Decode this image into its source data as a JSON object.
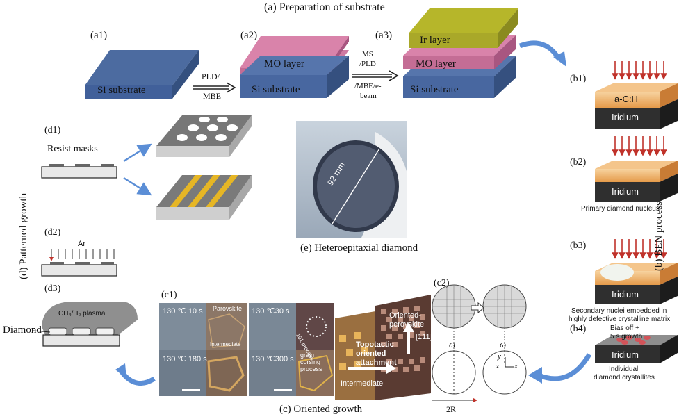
{
  "section_a": {
    "title": "(a) Preparation of substrate",
    "a1": "(a1)",
    "a2": "(a2)",
    "a3": "(a3)",
    "si_substrate": "Si substrate",
    "mo_layer": "MO layer",
    "ir_layer": "Ir layer",
    "step1_top": "PLD/",
    "step1_bottom": "MBE",
    "step2_top1": "MS",
    "step2_top2": "/PLD",
    "step2_bottom1": "/MBE/e-",
    "step2_bottom2": "beam"
  },
  "section_b": {
    "title": "(b) BEN process",
    "b1": "(b1)",
    "b2": "(b2)",
    "b3": "(b3)",
    "b4": "(b4)",
    "ac_h": "a-C:H",
    "iridium": "Iridium",
    "primary": "Primary diamond nucleus",
    "secondary_1": "Secondary nuclei embedded in",
    "secondary_2": "highly defective crystalline matrix",
    "bias_1": "Bias off +",
    "bias_2": "5 s growth",
    "crystallites_1": "Individual",
    "crystallites_2": "diamond crystallites"
  },
  "section_d": {
    "title": "(d) Patterned growth",
    "d1": "(d1)",
    "d2": "(d2)",
    "d3": "(d3)",
    "resist": "Resist masks",
    "ar": "Ar",
    "diamond": "Diamond",
    "plasma": "CH₄/H₂ plasma"
  },
  "section_e": {
    "title": "(e) Heteroepitaxial diamond",
    "size": "92 mm"
  },
  "section_c": {
    "title": "(c) Oriented growth",
    "c1": "(c1)",
    "c2": "(c2)",
    "t1": "130 ℃ 10 s",
    "t2": "130 ℃30 s",
    "t3": "130 ℃ 180 s",
    "t4": "130 ℃300 s",
    "perovskite": "Parovskite",
    "intermediate": "Intermediate",
    "process101": "101 process",
    "grain_1": "grain",
    "grain_2": "corsing",
    "grain_3": "process",
    "oriented_1": "Oriented-",
    "oriented_2": "perovskite",
    "miller": "[1̄11]",
    "topo_1": "Topotactic",
    "topo_2": "oriented",
    "topo_3": "attachment",
    "intermediate2": "Intermediate",
    "omega": "ω",
    "two_r": "2R",
    "ax_y": "y",
    "ax_z": "z",
    "ax_x": "x"
  }
}
